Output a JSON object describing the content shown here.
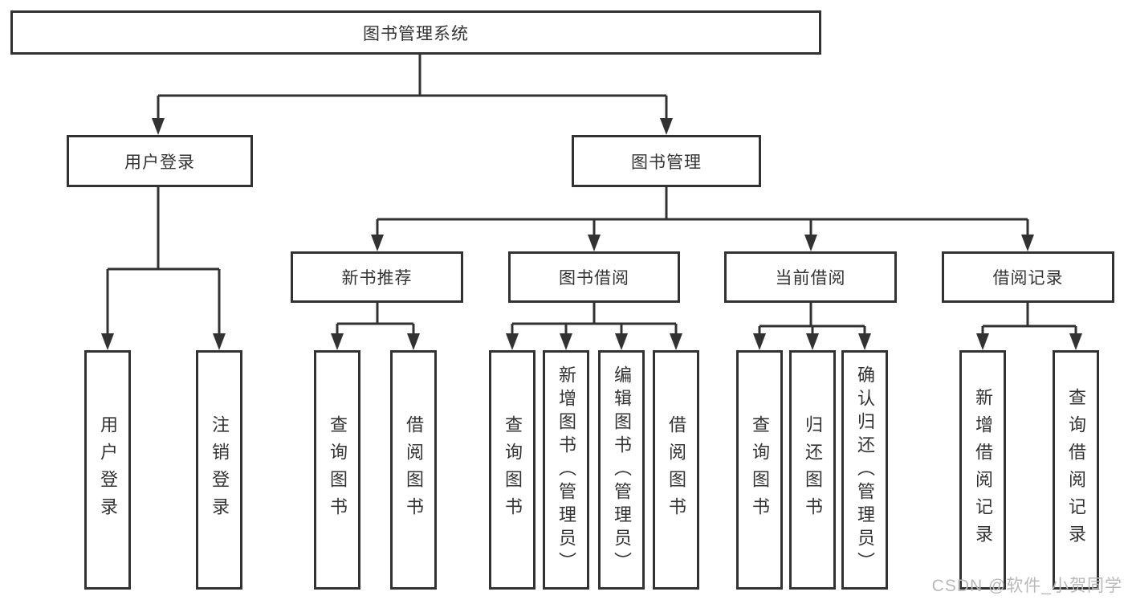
{
  "tree": {
    "root": {
      "label": "图书管理系统",
      "children": [
        {
          "label": "用户登录",
          "children": [
            {
              "label": "用户登录"
            },
            {
              "label": "注销登录"
            }
          ]
        },
        {
          "label": "图书管理",
          "children": [
            {
              "label": "新书推荐",
              "children": [
                {
                  "label": "查询图书"
                },
                {
                  "label": "借阅图书"
                }
              ]
            },
            {
              "label": "图书借阅",
              "children": [
                {
                  "label": "查询图书"
                },
                {
                  "label": "新增图书（管理员）"
                },
                {
                  "label": "编辑图书（管理员）"
                },
                {
                  "label": "借阅图书"
                }
              ]
            },
            {
              "label": "当前借阅",
              "children": [
                {
                  "label": "查询图书"
                },
                {
                  "label": "归还图书"
                },
                {
                  "label": "确认归还（管理员）"
                }
              ]
            },
            {
              "label": "借阅记录",
              "children": [
                {
                  "label": "新增借阅记录"
                },
                {
                  "label": "查询借阅记录"
                }
              ]
            }
          ]
        }
      ]
    }
  },
  "watermark": "CSDN @软件_小贺同学",
  "colors": {
    "line": "#323232",
    "box_border": "#323232",
    "text": "#333333",
    "watermark": "#b9b9b9",
    "background": "#ffffff"
  }
}
